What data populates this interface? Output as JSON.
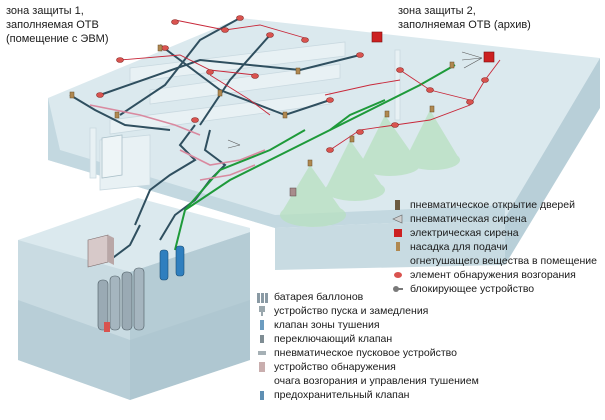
{
  "zones": {
    "zone1": "зона защиты 1,\nзаполняемая ОТВ\n(помещение с ЭВМ)",
    "zone2": "зона защиты 2,\nзаполняемая ОТВ (архив)"
  },
  "legend_right": [
    {
      "icon": "door-actuator-icon",
      "label": "пневматическое открытие дверей"
    },
    {
      "icon": "pneumatic-siren-icon",
      "label": "пневматическая сирена"
    },
    {
      "icon": "electric-siren-icon",
      "label": "электрическая сирена"
    },
    {
      "icon": "nozzle-icon",
      "label": "насадка для  подачи"
    },
    {
      "icon": "",
      "label": "огнетушащего вещества в помещение"
    },
    {
      "icon": "detector-icon",
      "label": "элемент обнаружения возгорания"
    },
    {
      "icon": "blocking-device-icon",
      "label": "блокирующее устройство"
    }
  ],
  "legend_bottom": [
    {
      "icon": "cylinder-battery-icon",
      "label": "батарея баллонов"
    },
    {
      "icon": "start-delay-device-icon",
      "label": "устройство пуска и замедления"
    },
    {
      "icon": "zone-valve-icon",
      "label": "клапан зоны тушения"
    },
    {
      "icon": "switch-valve-icon",
      "label": "переключающий клапан"
    },
    {
      "icon": "pneumatic-starter-icon",
      "label": "пневматическое пусковое устройство"
    },
    {
      "icon": "detection-device-icon",
      "label": "устройство обнаружения"
    },
    {
      "icon": "",
      "label": "очага возгорания и управления тушением"
    },
    {
      "icon": "safety-valve-icon",
      "label": "предохранительный клапан"
    }
  ],
  "colors": {
    "box_top": "#dbe9ee",
    "box_side": "#c3d8e0",
    "wall": "#cfe0e6",
    "pipe_dark": "#2f4f5f",
    "pipe_green": "#1e9a3a",
    "wire_red": "#c8283a",
    "wire_pink": "#d98aa0",
    "spray": "#b8e0c0",
    "node": "#d9534f"
  }
}
